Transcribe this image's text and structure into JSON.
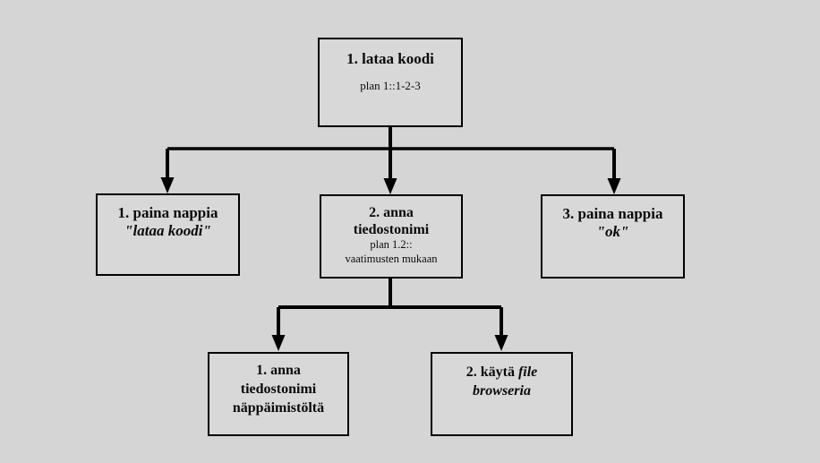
{
  "diagram": {
    "type": "task-decomposition-tree",
    "colors": {
      "background": "#d5d5d5",
      "box_fill": "#d8d8d8",
      "box_border": "#000000",
      "line": "#000000"
    },
    "nodes": {
      "root": {
        "title": "1. lataa koodi",
        "plan": "plan 1::1-2-3"
      },
      "press_button_lataa": {
        "title": "1. paina nappia",
        "quote": "\"lataa koodi\""
      },
      "give_filename": {
        "title_line1": "2. anna",
        "title_line2": "tiedostonimi",
        "plan_line1": "plan 1.2::",
        "plan_line2": "vaatimusten mukaan"
      },
      "press_button_ok": {
        "title": "3. paina nappia",
        "quote": "\"ok\""
      },
      "filename_keyboard": {
        "line1": "1. anna",
        "line2": "tiedostonimi",
        "line3": "näppäimistöltä"
      },
      "file_browser": {
        "line1_regular": "2. käytä ",
        "line1_italic": "file",
        "line2_italic": "browseria"
      }
    },
    "edges": [
      {
        "from": "root",
        "to": "press_button_lataa"
      },
      {
        "from": "root",
        "to": "give_filename"
      },
      {
        "from": "root",
        "to": "press_button_ok"
      },
      {
        "from": "give_filename",
        "to": "filename_keyboard"
      },
      {
        "from": "give_filename",
        "to": "file_browser"
      }
    ]
  }
}
